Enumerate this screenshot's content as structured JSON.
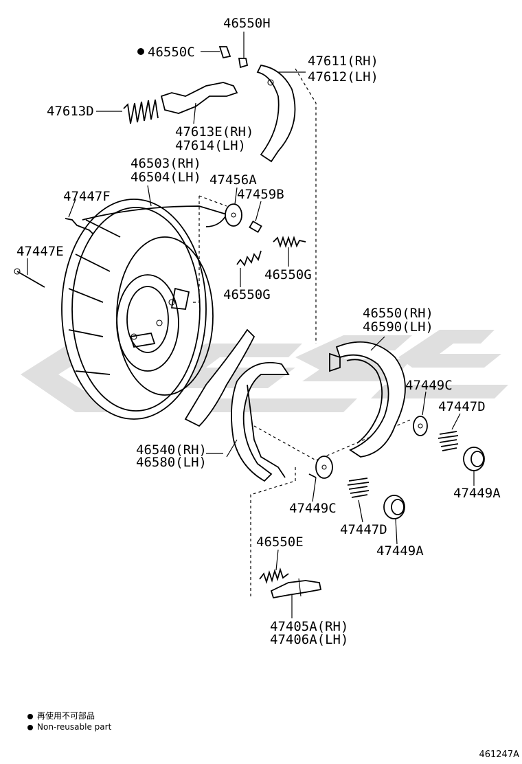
{
  "labels": {
    "p46550H": "46550H",
    "p46550C": "46550C",
    "p47611": "47611(RH)",
    "p47612": "47612(LH)",
    "p47613D": "47613D",
    "p47613E": "47613E(RH)",
    "p47614": "47614(LH)",
    "p46503": "46503(RH)",
    "p46504": "46504(LH)",
    "p47456A": "47456A",
    "p47459B": "47459B",
    "p47447F": "47447F",
    "p47447E": "47447E",
    "p46550G_a": "46550G",
    "p46550G_b": "46550G",
    "p46550RH": "46550(RH)",
    "p46590LH": "46590(LH)",
    "p47449C_a": "47449C",
    "p47447D_a": "47447D",
    "p47449A_a": "47449A",
    "p46540": "46540(RH)",
    "p46580": "46580(LH)",
    "p47449C_b": "47449C",
    "p47447D_b": "47447D",
    "p47449A_b": "47449A",
    "p46550E": "46550E",
    "p47405A": "47405A(RH)",
    "p47406A": "47406A(LH)"
  },
  "legend": {
    "line1": "再使用不可部品",
    "line2": "Non-reusable part"
  },
  "figure_id": "461247A",
  "watermark_color": "#d9d9d9"
}
